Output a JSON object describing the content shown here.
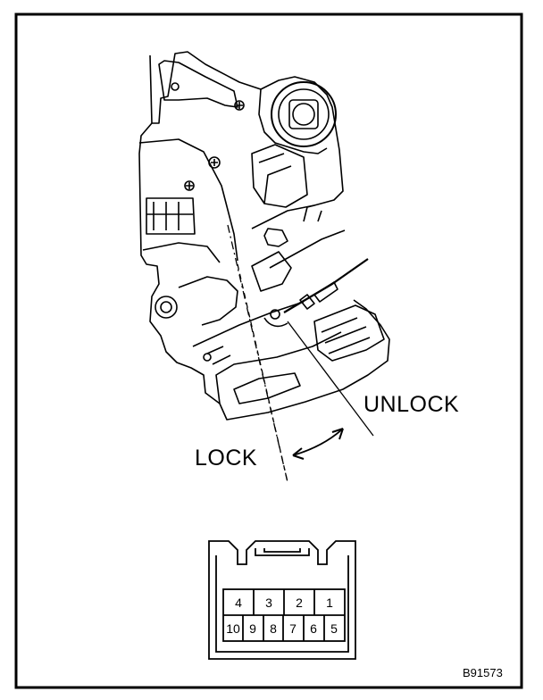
{
  "labels": {
    "unlock": "UNLOCK",
    "lock": "LOCK",
    "figure_id": "B91573"
  },
  "connector": {
    "top_row": [
      "4",
      "3",
      "2",
      "1"
    ],
    "bottom_row": [
      "10",
      "9",
      "8",
      "7",
      "6",
      "5"
    ]
  }
}
